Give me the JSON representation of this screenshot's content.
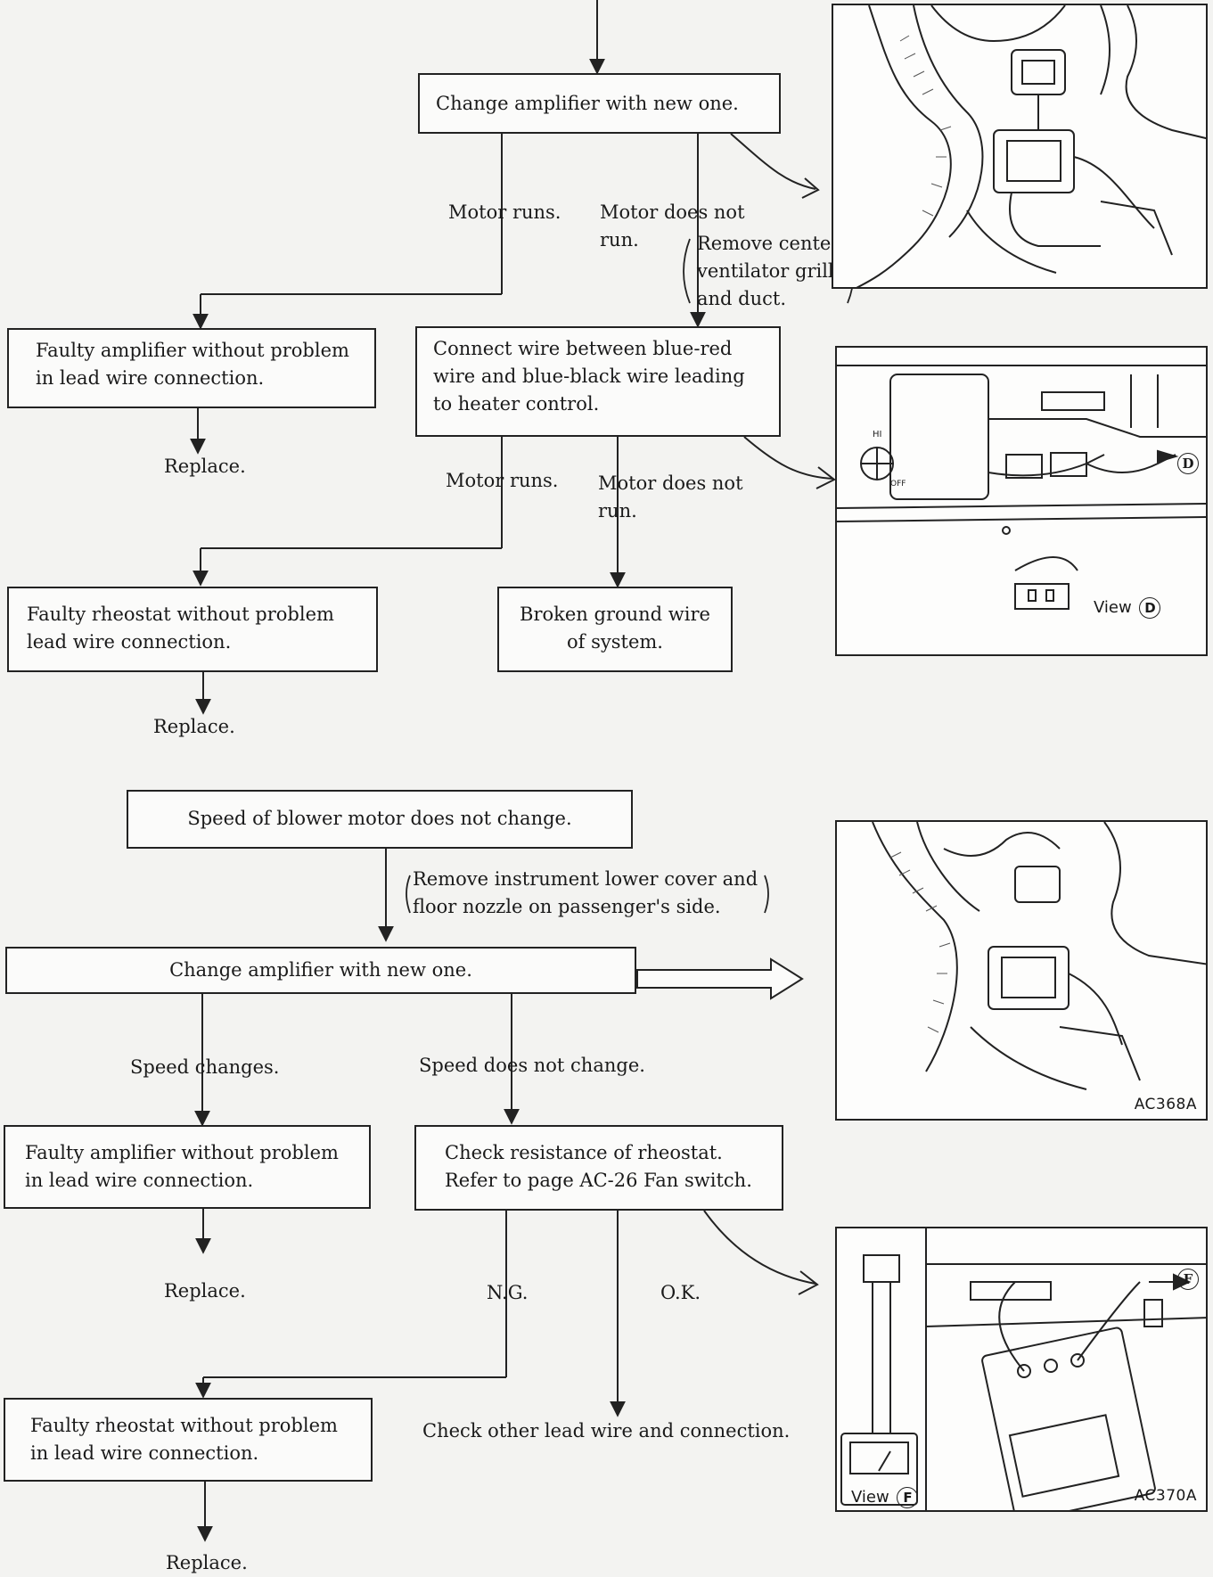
{
  "flowchart": {
    "steps": {
      "change_amp_1": "Change amplifier with new one.",
      "motor_runs_1": "Motor runs.",
      "motor_not_run_1": "Motor does not run.",
      "note_remove_grille": "Remove center ventilator grille and duct.",
      "faulty_amp_1": "Faulty amplifier without problem in lead wire connection.",
      "replace_1": "Replace.",
      "connect_wire": "Connect wire between blue-red wire and blue-black wire leading to heater control.",
      "motor_runs_2": "Motor runs.",
      "motor_not_run_2": "Motor does not run.",
      "faulty_rheo_1": "Faulty rheostat without problem lead wire connection.",
      "broken_ground": "Broken ground wire of system.",
      "replace_2": "Replace.",
      "speed_no_change": "Speed of blower motor does not change.",
      "note_remove_cover": "Remove instrument lower cover and floor nozzle on passenger's side.",
      "change_amp_2": "Change amplifier with new one.",
      "speed_changes": "Speed changes.",
      "speed_not_change": "Speed does not change.",
      "faulty_amp_2": "Faulty amplifier without problem in lead wire connection.",
      "check_rheo": "Check resistance of rheostat. Refer to page AC-26 Fan switch.",
      "replace_3": "Replace.",
      "ng": "N.G.",
      "ok": "O.K.",
      "faulty_rheo_2": "Faulty rheostat without problem in lead wire connection.",
      "check_other": "Check other lead wire and connection.",
      "replace_4": "Replace."
    }
  },
  "figures": {
    "fig1": {},
    "fig2": {
      "view_label": "View",
      "view_letter": "D",
      "knob_hi": "HI",
      "knob_off": "OFF"
    },
    "fig3": {
      "code": "AC368A"
    },
    "fig4": {
      "view_label": "View",
      "view_letter": "F",
      "code": "AC370A"
    }
  }
}
